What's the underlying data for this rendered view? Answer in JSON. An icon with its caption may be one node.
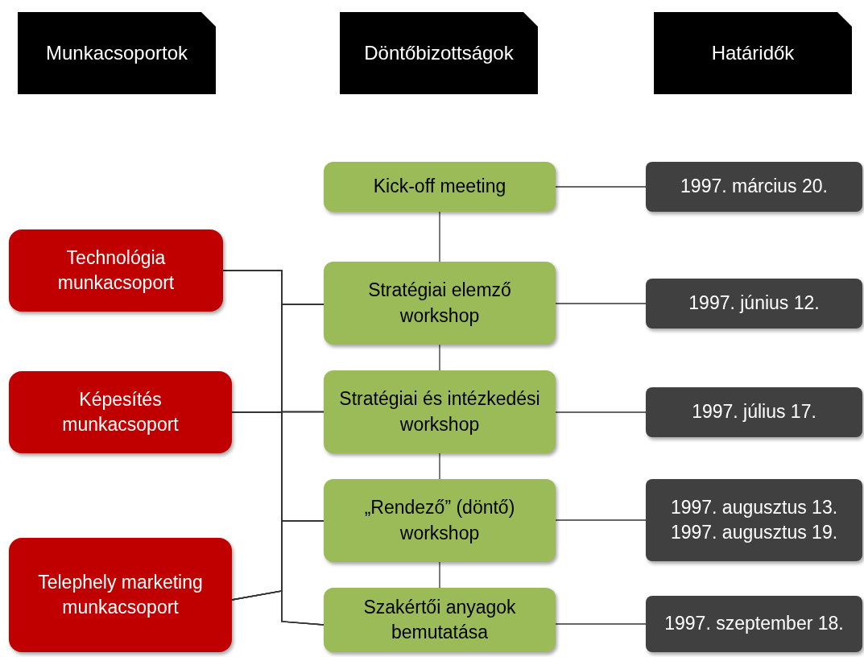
{
  "diagram": {
    "nodes": [
      {
        "text": [
          "Munkacsoportok"
        ]
      },
      {
        "text": [
          "Döntőbizottságok"
        ]
      },
      {
        "text": [
          "Határidők"
        ]
      },
      {
        "text": [
          "Kick-off meeting"
        ]
      },
      {
        "text": [
          "1997. március 20."
        ]
      },
      {
        "text": [
          "Technológia munkacsoport"
        ]
      },
      {
        "text": [
          "Stratégiai elemző workshop"
        ]
      },
      {
        "text": [
          "1997. június 12."
        ]
      },
      {
        "text": [
          "Képesítés munkacsoport"
        ]
      },
      {
        "text": [
          "Stratégiai és intézkedési workshop"
        ]
      },
      {
        "text": [
          "1997. július 17."
        ]
      },
      {
        "text": [
          "„Rendező” (döntő) workshop"
        ]
      },
      {
        "text": [
          "1997. augusztus 13.",
          "1997. augusztus 19."
        ]
      },
      {
        "text": [
          "Telephely marketing munkacsoport"
        ]
      },
      {
        "text": [
          "Szakértői anyagok bemutatása"
        ]
      },
      {
        "text": [
          "1997.  szeptember 18."
        ]
      }
    ],
    "edges": [
      {
        "from": 3,
        "to": 6,
        "arrow": "none"
      },
      {
        "from": 6,
        "to": 9,
        "arrow": "none"
      },
      {
        "from": 9,
        "to": 11,
        "arrow": "none"
      },
      {
        "from": 11,
        "to": 14,
        "arrow": "none"
      },
      {
        "from": 3,
        "to": 4,
        "arrow": "none"
      },
      {
        "from": 6,
        "to": 7,
        "arrow": "none"
      },
      {
        "from": 9,
        "to": 10,
        "arrow": "none"
      },
      {
        "from": 11,
        "to": 12,
        "arrow": "none"
      },
      {
        "from": 14,
        "to": 15,
        "arrow": "none"
      },
      {
        "from": 5,
        "to": 6,
        "arrow": "none"
      },
      {
        "from": 5,
        "to": 9,
        "arrow": "none"
      },
      {
        "from": 5,
        "to": 11,
        "arrow": "none"
      },
      {
        "from": 5,
        "to": 14,
        "arrow": "none"
      },
      {
        "from": 8,
        "to": 6,
        "arrow": "none"
      },
      {
        "from": 8,
        "to": 9,
        "arrow": "none"
      },
      {
        "from": 8,
        "to": 11,
        "arrow": "none"
      },
      {
        "from": 8,
        "to": 14,
        "arrow": "none"
      },
      {
        "from": 13,
        "to": 6,
        "arrow": "none"
      },
      {
        "from": 13,
        "to": 9,
        "arrow": "none"
      },
      {
        "from": 13,
        "to": 11,
        "arrow": "none"
      },
      {
        "from": 13,
        "to": 14,
        "arrow": "none"
      }
    ]
  }
}
